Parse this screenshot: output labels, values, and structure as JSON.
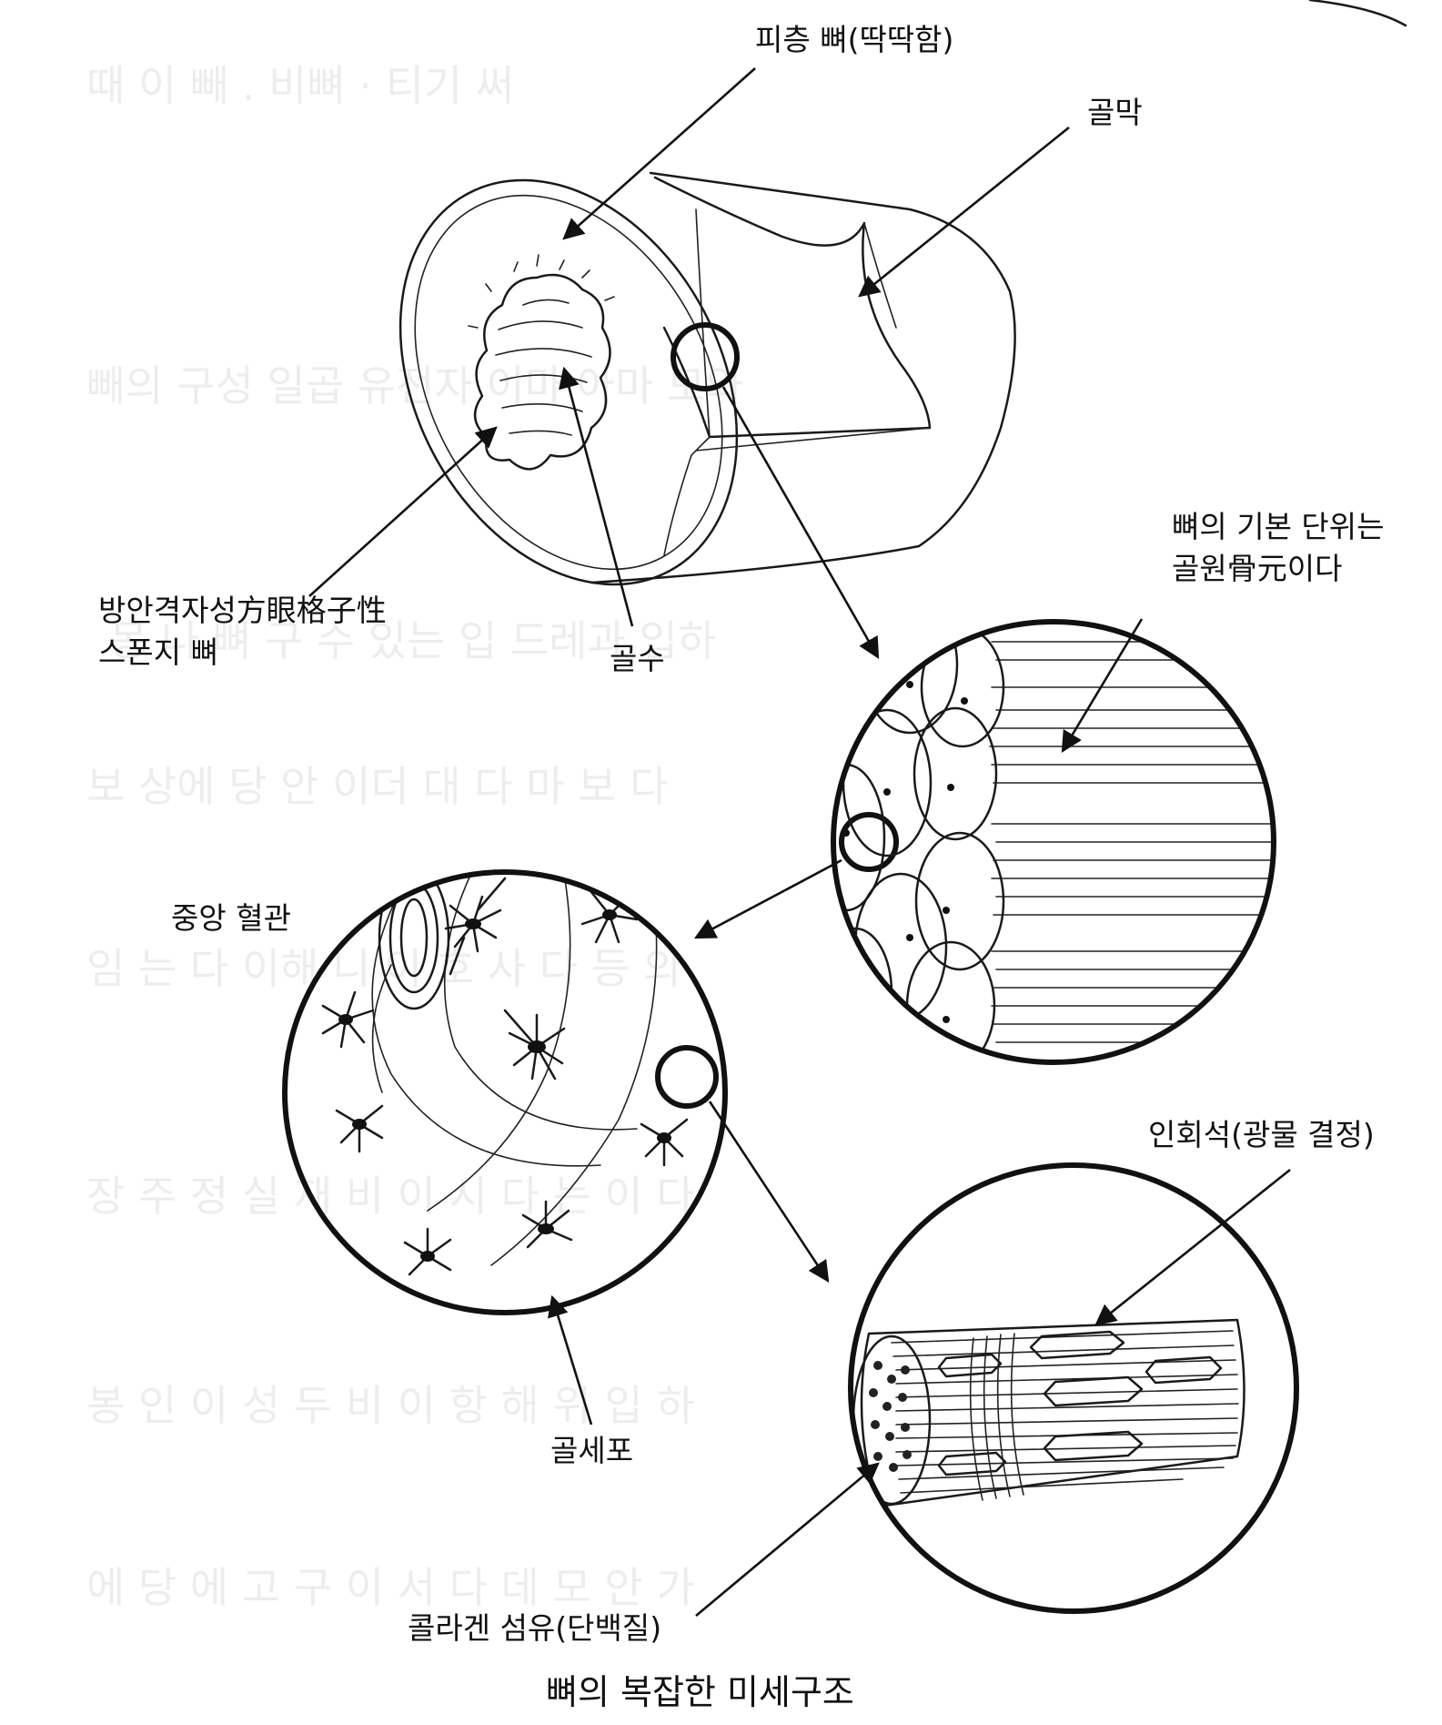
{
  "labels": {
    "cortical_bone": "피층 뼈(딱딱함)",
    "periosteum": "골막",
    "spongy_bone_line1": "방안격자성方眼格子性",
    "spongy_bone_line2": "스폰지 뼈",
    "marrow": "골수",
    "osteon_line1": "뼈의 기본 단위는",
    "osteon_line2": "골원骨元이다",
    "central_canal": "중앙 혈관",
    "osteocyte": "골세포",
    "hydroxyapatite": "인회석(광물 결정)",
    "collagen": "콜라겐 섬유(단백질)"
  },
  "caption": "뼈의 복잡한 미세구조",
  "colors": {
    "ink": "#111111",
    "paper": "#ffffff"
  }
}
